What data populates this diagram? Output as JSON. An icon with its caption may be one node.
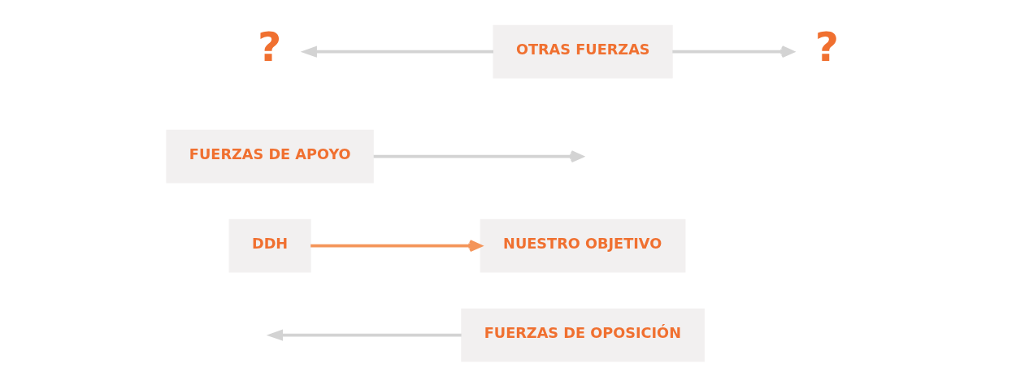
{
  "diagram": {
    "nodes": [
      {
        "text": [
          "FUERZAS DE OPOSICIÓN"
        ]
      },
      {
        "text": [
          "DDH"
        ]
      },
      {
        "text": [
          "NUESTRO OBJETIVO"
        ]
      },
      {
        "text": [
          "FUERZAS DE APOYO"
        ]
      },
      {
        "text": [
          "OTRAS FUERZAS"
        ]
      },
      {
        "text": [
          "?"
        ]
      },
      {
        "text": [
          "?"
        ]
      }
    ],
    "edges": [
      {
        "from": 0,
        "to": null,
        "arrow": "to"
      },
      {
        "from": 1,
        "to": 2,
        "arrow": "to",
        "color": "#f4955a"
      },
      {
        "from": 3,
        "to": null,
        "arrow": "to"
      },
      {
        "from": 4,
        "to": 5,
        "arrow": "to"
      },
      {
        "from": 4,
        "to": 6,
        "arrow": "to"
      }
    ]
  }
}
